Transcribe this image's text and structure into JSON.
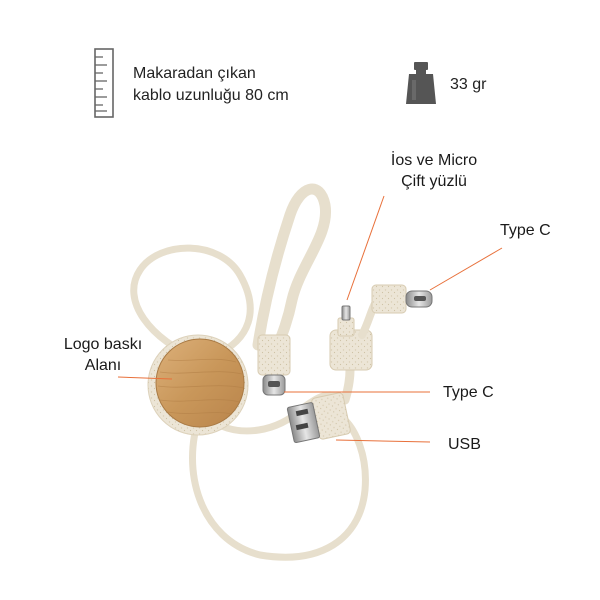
{
  "specs": {
    "length_text_1": "Makaradan çıkan",
    "length_text_2": "kablo uzunluğu 80 cm",
    "length_icon": "ruler-icon",
    "weight_text": "33 gr",
    "weight_icon": "weight-icon"
  },
  "callouts": {
    "ios_micro_1": "İos ve Micro",
    "ios_micro_2": "Çift yüzlü",
    "type_c_top": "Type C",
    "logo_1": "Logo baskı",
    "logo_2": "Alanı",
    "type_c_mid": "Type C",
    "usb": "USB"
  },
  "colors": {
    "leader_line": "#e8703a",
    "cable": "#ece5d6",
    "bamboo": "#cf9f63",
    "icon_gray": "#555555"
  }
}
